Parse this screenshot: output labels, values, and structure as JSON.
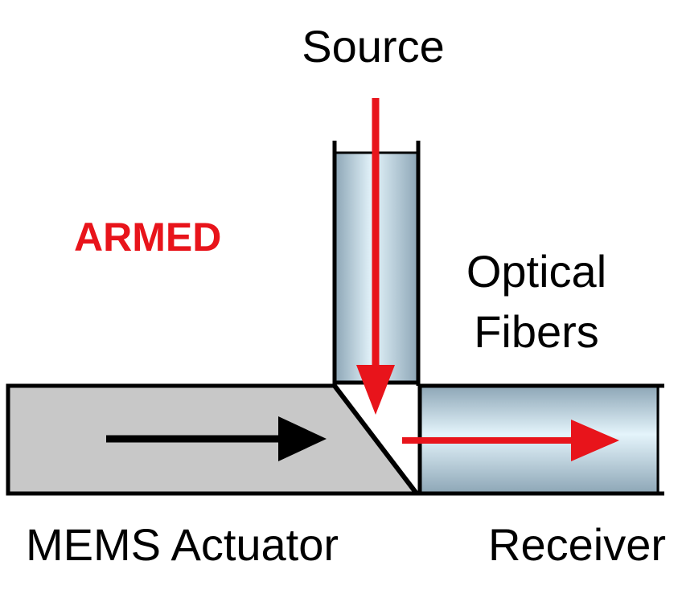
{
  "labels": {
    "source": "Source",
    "armed": "ARMED",
    "optical_fibers_line1": "Optical",
    "optical_fibers_line2": "Fibers",
    "mems_actuator": "MEMS Actuator",
    "receiver": "Receiver"
  },
  "colors": {
    "beam": "#e8141b",
    "armed_text": "#e8141b",
    "actuator_fill": "#c8c8c8",
    "fiber_core_light": "#d6eef8",
    "fiber_core_dark": "#8aa4b4",
    "outline": "#000000",
    "motion_arrow": "#000000"
  },
  "icons": {
    "beam_in": "arrow-down-icon",
    "beam_out": "arrow-right-icon",
    "actuator_motion": "arrow-right-icon"
  }
}
